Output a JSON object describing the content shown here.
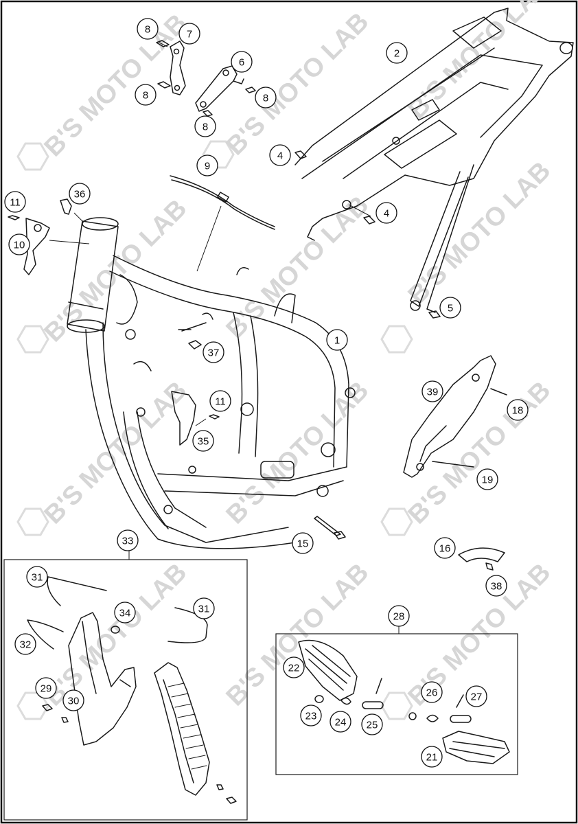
{
  "watermark": {
    "text": "B'S MOTO LAB"
  },
  "callouts": {
    "c1": "1",
    "c2": "2",
    "c4a": "4",
    "c4b": "4",
    "c5": "5",
    "c6": "6",
    "c7": "7",
    "c8a": "8",
    "c8b": "8",
    "c8c": "8",
    "c8d": "8",
    "c9": "9",
    "c10": "10",
    "c11a": "11",
    "c11b": "11",
    "c15": "15",
    "c16": "16",
    "c18": "18",
    "c19": "19",
    "c21": "21",
    "c22": "22",
    "c23": "23",
    "c24": "24",
    "c25": "25",
    "c26": "26",
    "c27": "27",
    "c28": "28",
    "c29": "29",
    "c30": "30",
    "c31a": "31",
    "c31b": "31",
    "c32": "32",
    "c33": "33",
    "c34": "34",
    "c35": "35",
    "c36": "36",
    "c37": "37",
    "c38": "38",
    "c39": "39"
  },
  "colors": {
    "line": "#1a1a1a",
    "watermark": "#d9d9d9",
    "background": "#ffffff"
  }
}
